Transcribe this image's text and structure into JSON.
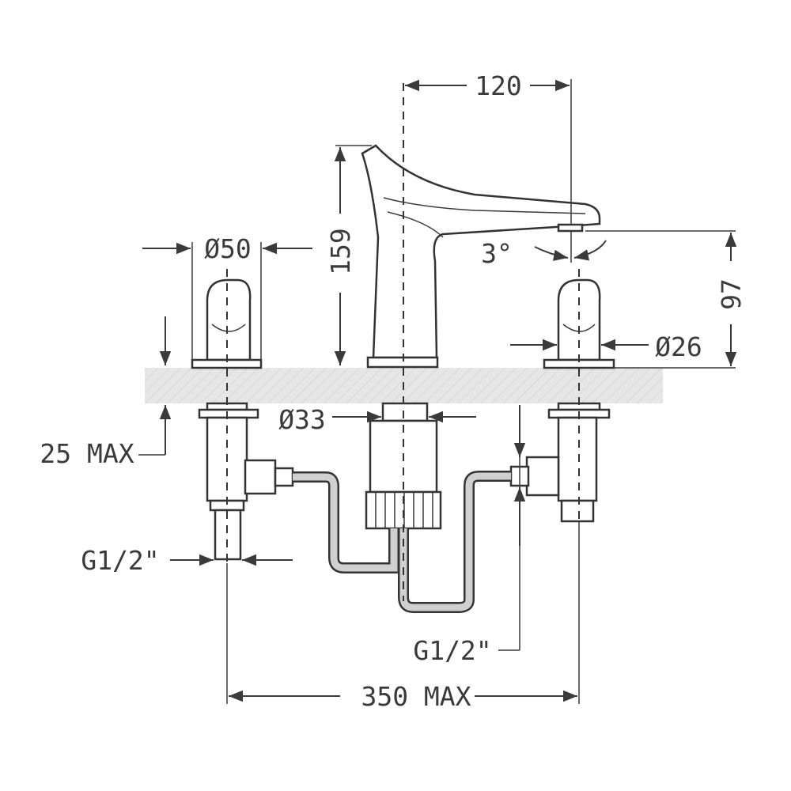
{
  "diagram": {
    "dims": {
      "spout_reach": "120",
      "spout_height": "159",
      "handle_diameter": "Ø50",
      "angle": "3°",
      "outlet_height": "97",
      "handle_stem_diameter": "Ø26",
      "deck_thickness": "25 MAX",
      "spout_shank_diameter": "Ø33",
      "inlet_left": "G1/2\"",
      "inlet_right": "G1/2\"",
      "overall_spread": "350 MAX"
    },
    "colors": {
      "line": "#3a3a3a",
      "deck_fill": "#e6e6e6",
      "hose_fill": "#d0d0d0"
    }
  }
}
